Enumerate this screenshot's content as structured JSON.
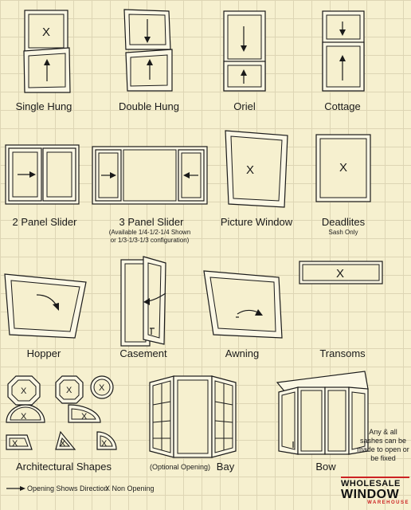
{
  "styles": {
    "single_hung": "Single Hung",
    "double_hung": "Double Hung",
    "oriel": "Oriel",
    "cottage": "Cottage",
    "two_panel_slider": "2 Panel Slider",
    "three_panel_slider": "3 Panel Slider",
    "three_panel_note_1": "(Available 1/4-1/2-1/4 Shown",
    "three_panel_note_2": "or 1/3-1/3-1/3 configuration)",
    "picture_window": "Picture Window",
    "deadlites": "Deadlites",
    "deadlites_note": "Sash Only",
    "hopper": "Hopper",
    "casement": "Casement",
    "awning": "Awning",
    "transoms": "Transoms",
    "architectural_shapes": "Architectural Shapes",
    "bay": "Bay",
    "bay_note": "(Optional Opening)",
    "bow": "Bow",
    "bow_note_1": "Any & all",
    "bow_note_2": "sashes  can be",
    "bow_note_3": "made to open or",
    "bow_note_4": "be fixed"
  },
  "marks": {
    "x": "X"
  },
  "legend": {
    "direction": "Opening Shows Direction",
    "non_opening": "X  Non Opening"
  },
  "logo": {
    "line1": "WHOLESALE",
    "line2": "WINDOW",
    "line3": "WAREHOUSE"
  },
  "colors": {
    "background": "#f6f0cf",
    "grid": "#ddd5b4",
    "ink": "#1a1a1a",
    "logo_accent": "#cc2222"
  }
}
